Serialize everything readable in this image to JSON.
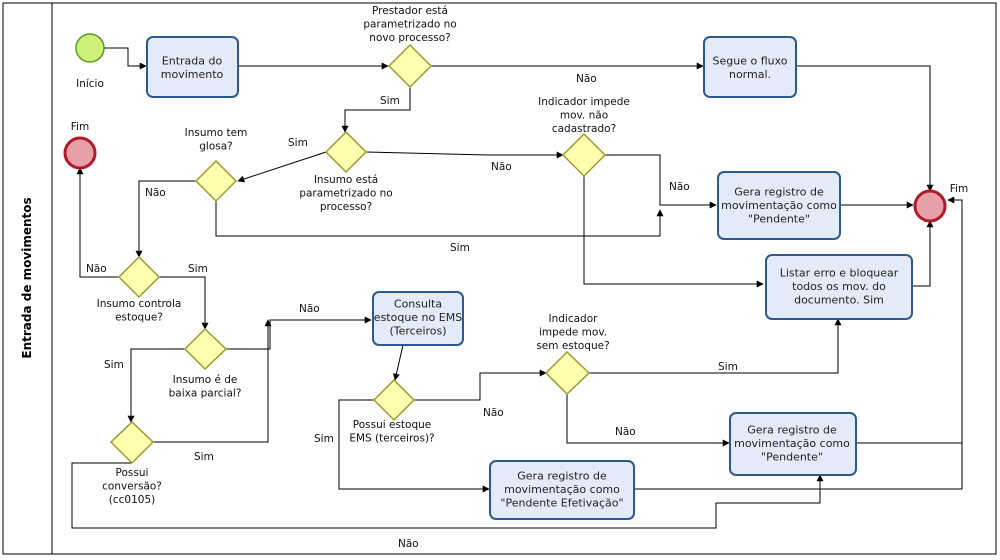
{
  "pool": {
    "label": "Entrada de movimentos"
  },
  "events": {
    "start": {
      "label": "Início"
    },
    "end_left": {
      "label": "Fim"
    },
    "end_right": {
      "label": "Fim"
    }
  },
  "tasks": {
    "entrada": {
      "lines": [
        "Entrada do",
        "movimento"
      ]
    },
    "segue": {
      "lines": [
        "Segue o fluxo",
        "normal."
      ]
    },
    "gera1": {
      "lines": [
        "Gera registro de",
        "movimentação como",
        "\"Pendente\""
      ]
    },
    "listar": {
      "lines": [
        "Listar erro e bloquear",
        "todos os mov. do",
        "documento.  Sim"
      ]
    },
    "consulta": {
      "lines": [
        "Consulta",
        "estoque no EMS",
        "(Terceiros)"
      ]
    },
    "gera2": {
      "lines": [
        "Gera registro de",
        "movimentação como",
        "\"Pendente\""
      ]
    },
    "gera3": {
      "lines": [
        "Gera registro de",
        "movimentação como",
        "\"Pendente Efetivação\""
      ]
    }
  },
  "gateways": {
    "prestador": {
      "lines": [
        "Prestador está",
        "parametrizado no",
        "novo processo?"
      ]
    },
    "insumo_param": {
      "lines": [
        "Insumo está",
        "parametrizado no",
        "processo?"
      ]
    },
    "insumo_glosa": {
      "lines": [
        "Insumo tem",
        "glosa?"
      ]
    },
    "ind_nao_cad": {
      "lines": [
        "Indicador impede",
        "mov. não",
        "cadastrado?"
      ]
    },
    "controla": {
      "lines": [
        "Insumo controla",
        "estoque?"
      ]
    },
    "baixa": {
      "lines": [
        "Insumo é de",
        "baixa parcial?"
      ]
    },
    "conversao": {
      "lines": [
        "Possui",
        "conversão?",
        "(cc0105)"
      ]
    },
    "possui_est": {
      "lines": [
        "Possui estoque",
        "EMS (terceiros)?"
      ]
    },
    "ind_sem_est": {
      "lines": [
        "Indicador",
        "impede mov.",
        "sem estoque?"
      ]
    }
  },
  "flow_labels": {
    "prestador_nao": "Não",
    "prestador_sim": "Sim",
    "param_sim": "Sim",
    "param_nao": "Não",
    "glosa_nao": "Não",
    "glosa_sim": "Sim",
    "naocad_nao": "Não",
    "controla_nao": "Não",
    "controla_sim": "Sim",
    "baixa_sim": "Sim",
    "baixa_nao": "Não",
    "conv_sim": "Sim",
    "conv_nao": "Não",
    "possui_sim": "Sim",
    "possui_nao": "Não",
    "semest_sim": "Sim",
    "semest_nao": "Não"
  },
  "colors": {
    "task_fill": "#e4ebf8",
    "task_stroke": "#2c5a8c",
    "gateway_fill": "#ffffb0",
    "gateway_stroke": "#9a9a30",
    "start_fill": "#ccf07a",
    "start_stroke": "#5a9a1a",
    "end_fill": "#e8a0a8",
    "end_stroke": "#b01a2a"
  }
}
